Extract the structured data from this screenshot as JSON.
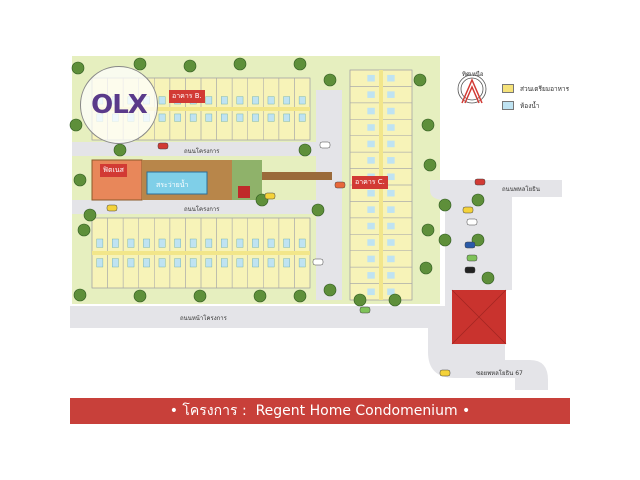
{
  "title": {
    "bullet": "•",
    "prefix": "โครงการ :",
    "name": "Regent Home Condomenium"
  },
  "compass": {
    "label": "ทิศเหนือ"
  },
  "legend": [
    {
      "label": "ส่วนเตรียมอาหาร",
      "color": "#f5e27a"
    },
    {
      "label": "ห้องน้ำ",
      "color": "#bfe3f2"
    }
  ],
  "buildings": {
    "b": "อาคาร B.",
    "c": "อาคาร C.",
    "fitness": "ฟิตเนส",
    "pool": "สระว่ายน้ำ"
  },
  "roads": {
    "project_road_1": "ถนนโครงการ",
    "project_road_2": "ถนนโครงการ",
    "front_road": "ถนนหน้าโครงการ",
    "phahon": "ถนนพหลโยธิน",
    "soi": "ซอยพหลโยธิน 67"
  },
  "watermark": {
    "text": "OLX"
  },
  "colors": {
    "banner": "#c8403a",
    "lawn": "#e6efbf",
    "road": "#e4e4e8",
    "unit": "#f7f3b8",
    "bath": "#bfe3f2",
    "tag": "#d23a34"
  }
}
